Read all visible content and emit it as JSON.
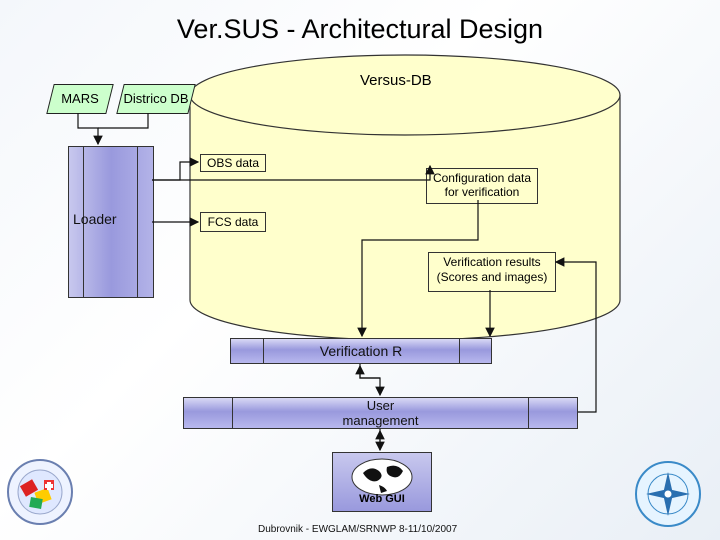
{
  "title": "Ver.SUS - Architectural Design",
  "inputs": {
    "mars": "MARS",
    "districo": "Districo DB"
  },
  "database": {
    "label": "Versus-DB",
    "obs": "OBS data",
    "fcs": "FCS data",
    "config_line1": "Configuration data",
    "config_line2": "for verification",
    "results_line1": "Verification results",
    "results_line2": "(Scores and images)"
  },
  "loader": "Loader",
  "verification_r": "Verification R",
  "user_mgmt_line1": "User",
  "user_mgmt_line2": "management",
  "web_gui": "Web GUI",
  "footer": "Dubrovnik - EWGLAM/SRNWP 8-11/10/2007",
  "colors": {
    "db": "#ffffcc",
    "inputs": "#ccffcc",
    "process": "#9999dd"
  },
  "icons": [
    "globe-icon",
    "cosmo-logo",
    "compass-logo"
  ]
}
